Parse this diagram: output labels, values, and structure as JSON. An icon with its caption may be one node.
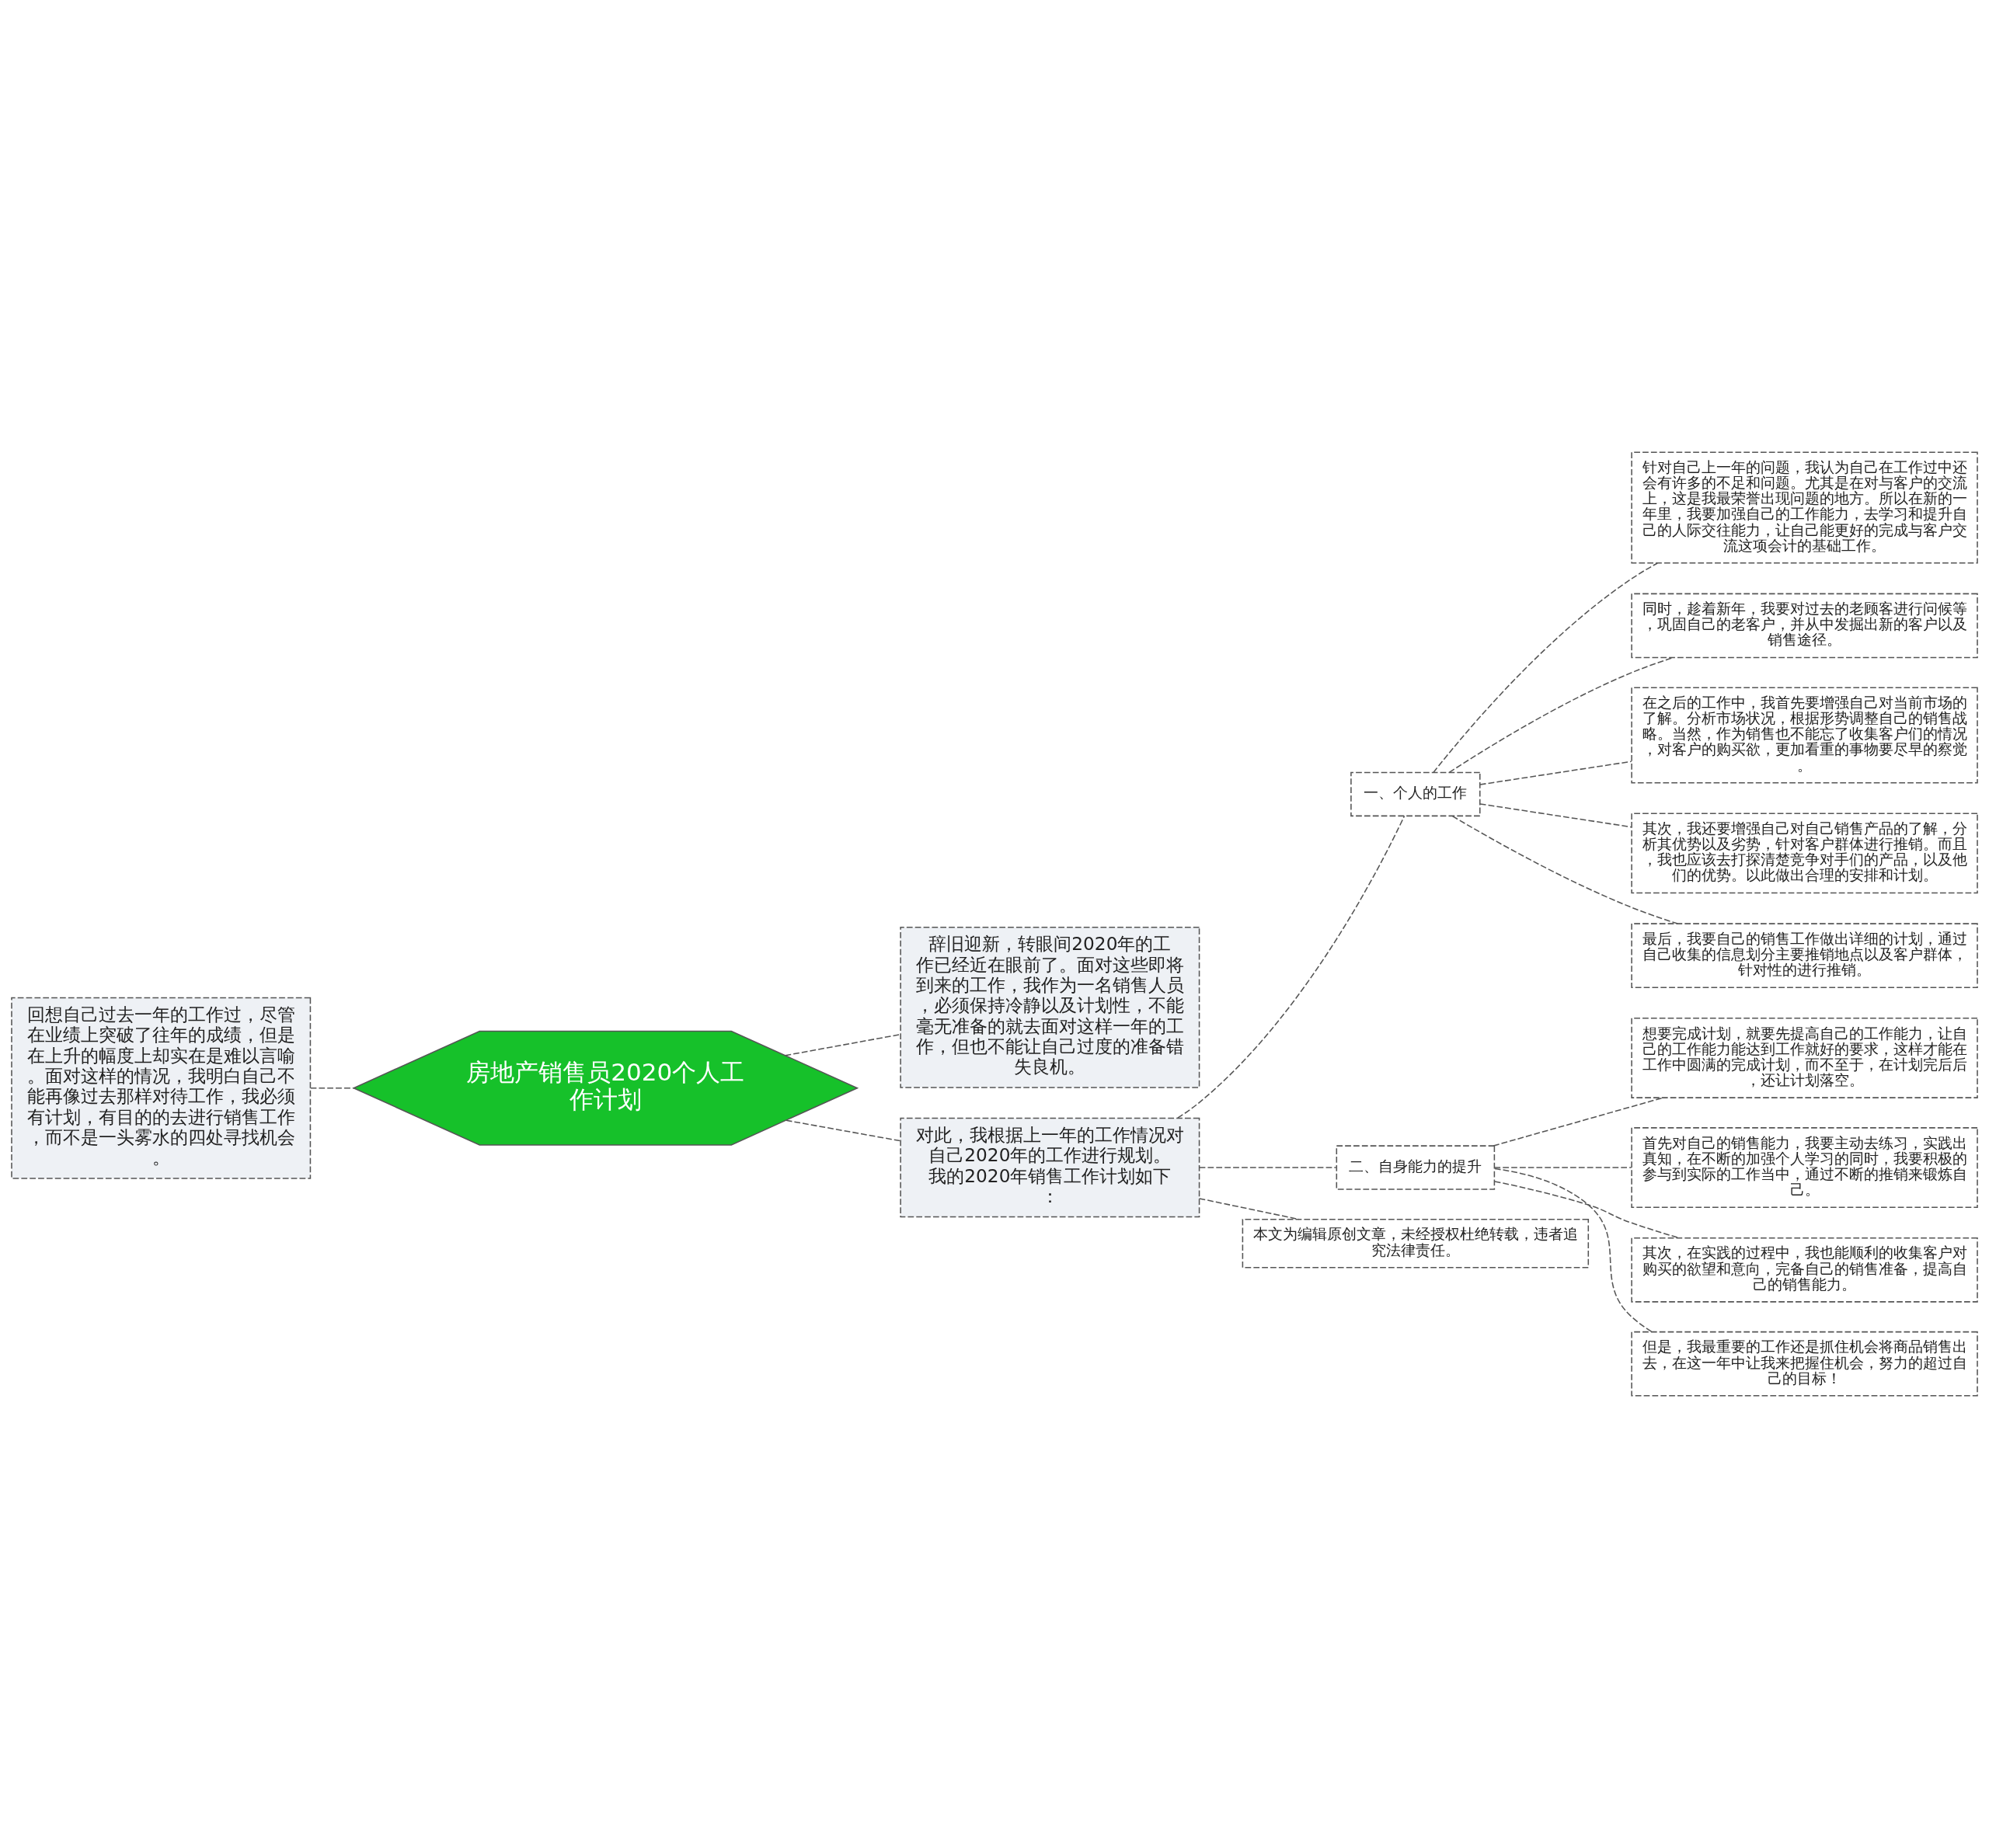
{
  "diagram": {
    "nodes": [
      {
        "text": [
          "房地产销售员2020个人工作计划"
        ]
      },
      {
        "text": [
          "回想自己过去一年的工作过，尽管在业绩上突破了往年的成绩，但是在上升的幅度上却实在是难以言喻。面对这样的情况，我明白自己不能再像过去那样对待工作，我必须有计划，有目的的去进行销售工作，而不是一头雾水的四处寻找机会。"
        ]
      },
      {
        "text": [
          "辞旧迎新，转眼间2020年的工作已经近在眼前了。面对这些即将到来的工作，我作为一名销售人员，必须保持冷静以及计划性，不能毫无准备的就去面对这样一年的工作，但也不能让自己过度的准备错失良机。"
        ]
      },
      {
        "text": [
          "对此，我根据上一年的工作情况对自己2020年的工作进行规划。我的2020年销售工作计划如下："
        ]
      },
      {
        "text": [
          "一、个人的工作"
        ]
      },
      {
        "text": [
          "针对自己上一年的问题，我认为自己在工作过中还会有许多的不足和问题。尤其是在对与客户的交流上，这是我最荣誉出现问题的地方。所以在新的一年里，我要加强自己的工作能力，去学习和提升自己的人际交往能力，让自己能更好的完成与客户交流这项会计的基础工作。"
        ]
      },
      {
        "text": [
          "同时，趁着新年，我要对过去的老顾客进行问候等，巩固自己的老客户，并从中发掘出新的客户以及销售途径。"
        ]
      },
      {
        "text": [
          "在之后的工作中，我首先要增强自己对当前市场的了解。分析市场状况，根据形势调整自己的销售战略。当然，作为销售也不能忘了收集客户们的情况，对客户的购买欲，更加看重的事物要尽早的察觉。"
        ]
      },
      {
        "text": [
          "其次，我还要增强自己对自己销售产品的了解，分析其优势以及劣势，针对客户群体进行推销。而且，我也应该去打探清楚竞争对手们的产品，以及他们的优势。以此做出合理的安排和计划。"
        ]
      },
      {
        "text": [
          "最后，我要自己的销售工作做出详细的计划，通过自己收集的信息划分主要推销地点以及客户群体，针对性的进行推销。"
        ]
      },
      {
        "text": [
          "二、自身能力的提升"
        ]
      },
      {
        "text": [
          "想要完成计划，就要先提高自己的工作能力，让自己的工作能力能达到工作就好的要求，这样才能在工作中圆满的完成计划，而不至于，在计划完后后，还让计划落空。"
        ]
      },
      {
        "text": [
          "首先对自己的销售能力，我要主动去练习，实践出真知，在不断的加强个人学习的同时，我要积极的参与到实际的工作当中，通过不断的推销来锻炼自己。"
        ]
      },
      {
        "text": [
          "其次，在实践的过程中，我也能顺利的收集客户对购买的欲望和意向，完备自己的销售准备，提高自己的销售能力。"
        ]
      },
      {
        "text": [
          "但是，我最重要的工作还是抓住机会将商品销售出去，在这一年中让我来把握住机会，努力的超过自己的目标！"
        ]
      },
      {
        "text": [
          "本文为编辑原创文章，未经授权杜绝转载，违者追究法律责任。"
        ]
      }
    ],
    "edges": [
      {
        "from": 0,
        "to": 1,
        "arrow": "none"
      },
      {
        "from": 0,
        "to": 2,
        "arrow": "none"
      },
      {
        "from": 0,
        "to": 3,
        "arrow": "none"
      },
      {
        "from": 3,
        "to": 4,
        "arrow": "none"
      },
      {
        "from": 4,
        "to": 5,
        "arrow": "none"
      },
      {
        "from": 4,
        "to": 6,
        "arrow": "none"
      },
      {
        "from": 4,
        "to": 7,
        "arrow": "none"
      },
      {
        "from": 4,
        "to": 8,
        "arrow": "none"
      },
      {
        "from": 4,
        "to": 9,
        "arrow": "none"
      },
      {
        "from": 3,
        "to": 10,
        "arrow": "none"
      },
      {
        "from": 10,
        "to": 11,
        "arrow": "none"
      },
      {
        "from": 10,
        "to": 12,
        "arrow": "none"
      },
      {
        "from": 10,
        "to": 13,
        "arrow": "none"
      },
      {
        "from": 10,
        "to": 14,
        "arrow": "none"
      },
      {
        "from": 3,
        "to": 15,
        "arrow": "none"
      }
    ]
  }
}
